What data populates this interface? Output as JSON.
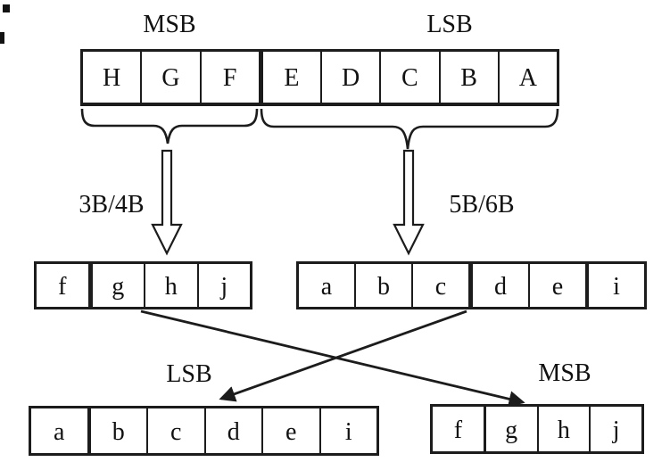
{
  "diagram": {
    "top_labels": {
      "msb": "MSB",
      "lsb": "LSB"
    },
    "encoders": {
      "left_label": "3B/4B",
      "right_label": "5B/6B"
    },
    "bottom_labels": {
      "lsb": "LSB",
      "msb": "MSB"
    },
    "rows": {
      "input": {
        "cells": [
          "H",
          "G",
          "F",
          "E",
          "D",
          "C",
          "B",
          "A"
        ]
      },
      "encoded_msb": {
        "cells": [
          "f",
          "g",
          "h",
          "j"
        ]
      },
      "encoded_lsb": {
        "cells": [
          "a",
          "b",
          "c",
          "d",
          "e",
          "i"
        ]
      },
      "output_lsb": {
        "cells": [
          "a",
          "b",
          "c",
          "d",
          "e",
          "i"
        ]
      },
      "output_msb": {
        "cells": [
          "f",
          "g",
          "h",
          "j"
        ]
      }
    },
    "colors": {
      "line": "#1c1c1c",
      "text": "#111111",
      "background": "#ffffff"
    }
  }
}
